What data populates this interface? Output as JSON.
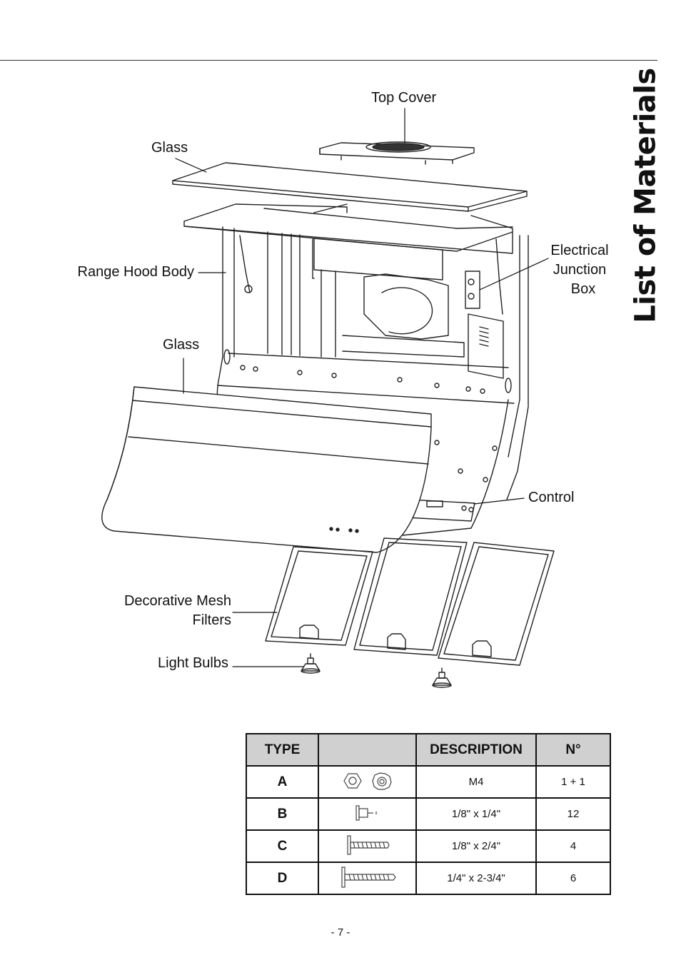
{
  "page": {
    "title": "List of Materials",
    "page_number": "- 7 -"
  },
  "diagram": {
    "labels": {
      "top_cover": "Top Cover",
      "glass_top": "Glass",
      "range_hood_body": "Range Hood Body",
      "electrical_1": "Electrical",
      "electrical_2": "Junction",
      "electrical_3": "Box",
      "glass_front": "Glass",
      "control": "Control",
      "mesh_1": "Decorative Mesh",
      "mesh_2": "Filters",
      "light_bulbs": "Light Bulbs"
    }
  },
  "parts_table": {
    "headers": [
      "TYPE",
      "",
      "DESCRIPTION",
      "N°"
    ],
    "rows": [
      {
        "type": "A",
        "icon": "nut-washer-icon",
        "description": "M4",
        "count": "1 + 1"
      },
      {
        "type": "B",
        "icon": "short-screw-icon",
        "description": "1/8\" x 1/4\"",
        "count": "12"
      },
      {
        "type": "C",
        "icon": "medium-screw-icon",
        "description": "1/8\" x 2/4\"",
        "count": "4"
      },
      {
        "type": "D",
        "icon": "long-screw-icon",
        "description": "1/4\"  x  2-3/4\"",
        "count": "6"
      }
    ]
  }
}
